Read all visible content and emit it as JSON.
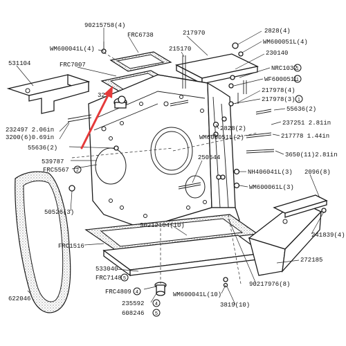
{
  "diagram": {
    "labels": {
      "l90215758": "90215758(4)",
      "lFRC6738": "FRC6738",
      "l217970": "217970",
      "l2828": "2828(4)",
      "lWM600051L4": "WM600051L(4)",
      "lWM600041L4": "WM600041L(4)",
      "l215170": "215170",
      "l230140": "230140",
      "l531104": "531104",
      "lFRC7007": "FRC7007",
      "lNRC1032": "NRC1032",
      "lWF600051L": "WF600051L",
      "l217978_4": "217978(4)",
      "l217978_3": "217978(3)",
      "l32": "32",
      "l55636_2r": "55636(2)",
      "l237251": "237251 2.81in",
      "l232497": "232497 2.06in",
      "l3200": "3200(6)0.69in",
      "l2828_2": "2828(2)",
      "lWM600051L2": "WM600051L(2)",
      "l217778": "217778 1.44in",
      "l55636_2l": "55636(2)",
      "l3650": "3650(11)2.81in",
      "l539787": "539787",
      "lFRC5567": "FRC5567",
      "l250544": "250544",
      "lNH406041L": "NH406041L(3)",
      "l2096": "2096(8)",
      "lWM600061L": "WM600061L(3)",
      "l50526": "50526(3)",
      "l90212104": "90212104(10)",
      "l241839": "241839(4)",
      "lFRC1516": "FRC1516",
      "l272185": "272185",
      "l533040": "533040",
      "lFRC7148": "FRC7148",
      "l90217976": "90217976(8)",
      "l622046": "622046",
      "lFRC4809": "FRC4809",
      "l235592": "235592",
      "l608246": "608246",
      "lWM600041L10": "WM600041L(10)",
      "l3819": "3819(10)"
    },
    "circled": {
      "c1a": "1",
      "c1b": "1",
      "c1c": "1",
      "c2": "2",
      "c4a": "4",
      "c5a": "5",
      "c4b": "4",
      "c5b": "5"
    }
  },
  "annotation": {
    "arrow_color": "#e53a3a"
  }
}
